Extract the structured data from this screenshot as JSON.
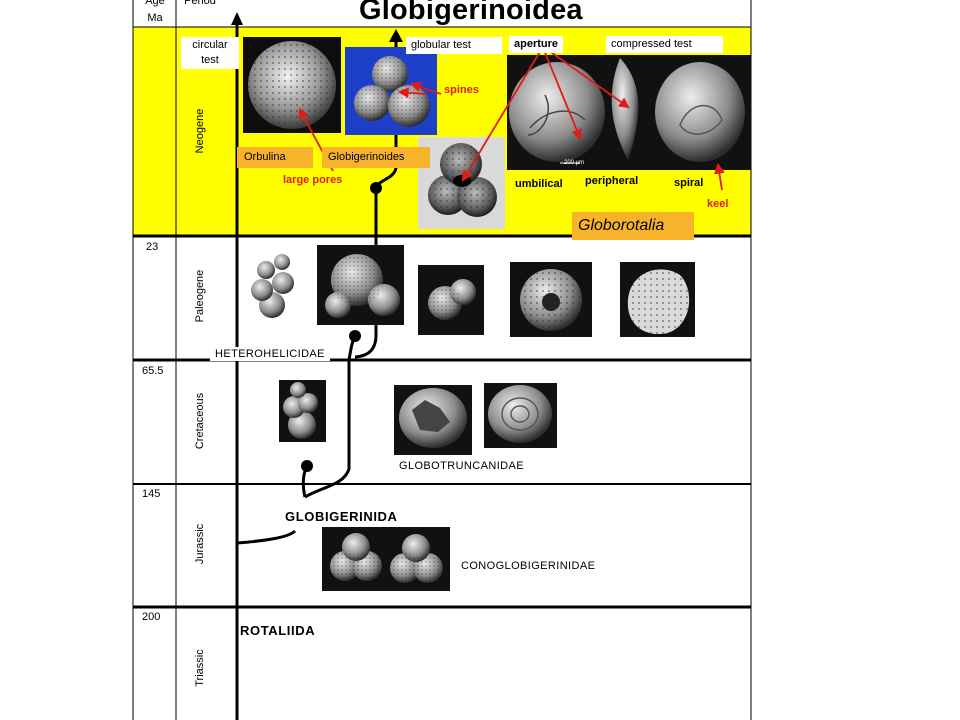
{
  "title": "Globigerinoidea",
  "column_headers": {
    "age_line1": "Age",
    "age_line2": "Ma",
    "period": "Period"
  },
  "periods": [
    {
      "name": "Neogene",
      "age": ""
    },
    {
      "name": "Paleogene",
      "age": "23"
    },
    {
      "name": "Cretaceous",
      "age": "65.5"
    },
    {
      "name": "Jurassic",
      "age": "145"
    },
    {
      "name": "Triassic",
      "age": "200"
    }
  ],
  "neogene": {
    "highlight_color": "#ffff00",
    "circular_test": {
      "line1": "circular",
      "line2": "test"
    },
    "globular_test": "globular test",
    "aperture": "aperture",
    "compressed_test": "compressed test",
    "spines": "spines",
    "orbulina": "Orbulina",
    "globigerinoides": "Globigerinoides",
    "large_pores": "large pores",
    "umbilical": "umbilical",
    "peripheral": "peripheral",
    "spiral": "spiral",
    "keel": "keel",
    "globorotalia": "Globorotalia",
    "scale_bar": "200 µm"
  },
  "families": {
    "heterohelicidae": "HETEROHELICIDAE",
    "globotruncanidae": "GLOBOTRUNCANIDAE",
    "globigerinida": "GLOBIGERINIDA",
    "conoglobigerinidae": "CONOGLOBIGERINIDAE",
    "rotaliida": "ROTALIIDA"
  },
  "colors": {
    "annotation_red": "#e31a1a",
    "label_orange": "#f7b32b",
    "sem_blue": "#1e3fc8"
  }
}
